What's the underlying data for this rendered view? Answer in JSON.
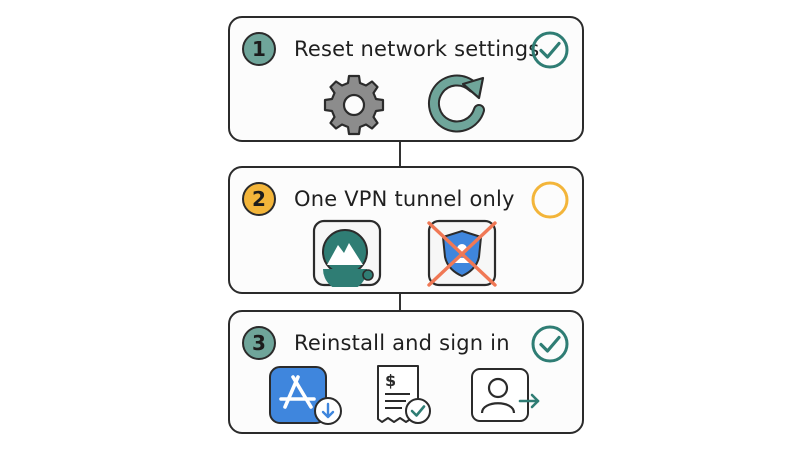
{
  "steps": [
    {
      "number": "1",
      "title": "Reset network settings",
      "status": "done",
      "icons": [
        "gear-icon",
        "refresh-icon"
      ]
    },
    {
      "number": "2",
      "title": "One VPN tunnel only",
      "status": "pending",
      "icons": [
        "vpn-app-icon",
        "blocked-shield-vpn-icon"
      ]
    },
    {
      "number": "3",
      "title": "Reinstall and sign in",
      "status": "done",
      "icons": [
        "app-store-download-icon",
        "receipt-verified-icon",
        "sign-in-user-icon"
      ]
    }
  ],
  "colors": {
    "teal": "#2f7d74",
    "teal_light": "#6fa59a",
    "amber": "#f3b53a",
    "gear_gray": "#8c8c8c",
    "blue": "#3f86dd",
    "red_cross": "#f07855"
  }
}
